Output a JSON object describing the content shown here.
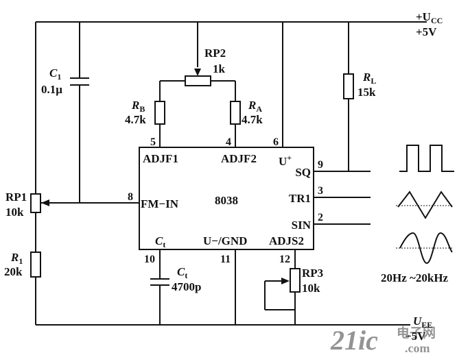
{
  "supply": {
    "vcc_name": "+U",
    "vcc_sub": "CC",
    "vcc_value": "+5V",
    "vee_name": "U",
    "vee_sub": "EE",
    "vee_value": "−5V"
  },
  "chip": {
    "name": "8038",
    "adj1": "ADJF1",
    "adj2": "ADJF2",
    "uplus": "U",
    "uplus_sup": "+",
    "sq": "SQ",
    "tr": "TR1",
    "sin": "SIN",
    "fmin": "FM−IN",
    "ct": "C",
    "ct_sub": "t",
    "gnd": "U−/GND",
    "adjs": "ADJS2"
  },
  "pins": {
    "p5": "5",
    "p4": "4",
    "p6": "6",
    "p9": "9",
    "p3": "3",
    "p2": "2",
    "p8": "8",
    "p10": "10",
    "p11": "11",
    "p12": "12"
  },
  "components": {
    "c1_name": "C",
    "c1_sub": "1",
    "c1_value": "0.1μ",
    "rp2_name": "RP2",
    "rp2_value": "1k",
    "rb_name": "R",
    "rb_sub": "B",
    "rb_value": "4.7k",
    "ra_name": "R",
    "ra_sub": "A",
    "ra_value": "4.7k",
    "rl_name": "R",
    "rl_sub": "L",
    "rl_value": "15k",
    "rp1_name": "RP1",
    "rp1_value": "10k",
    "r1_name": "R",
    "r1_sub": "1",
    "r1_value": "20k",
    "ct_name": "C",
    "ct_sub": "t",
    "ct_value": "4700p",
    "rp3_name": "RP3",
    "rp3_value": "10k"
  },
  "output": {
    "range": "20Hz ~20kHz"
  },
  "watermark": {
    "brand": "21ic",
    "cn": "电子网",
    "domain": ".com"
  }
}
